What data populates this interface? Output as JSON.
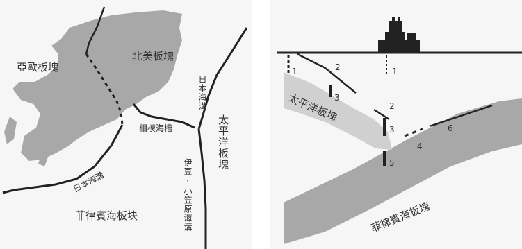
{
  "map": {
    "eurasian_plate": "亞歐板塊",
    "north_american_plate": "北美板塊",
    "sea_of_japan": "日本海溝",
    "sagami_trough": "相模海槽",
    "japan_trench": "日本海溝",
    "pacific_plate": "太平洋板塊",
    "izu_bonin_trench": "伊豆·小笠原海溝",
    "philippine_plate": "菲律賓海板块"
  },
  "section": {
    "pacific_plate": "太平洋板塊",
    "philippine_plate": "菲律賓海板塊",
    "markers": [
      "1",
      "2",
      "3",
      "1",
      "2",
      "3",
      "4",
      "5",
      "6"
    ]
  }
}
